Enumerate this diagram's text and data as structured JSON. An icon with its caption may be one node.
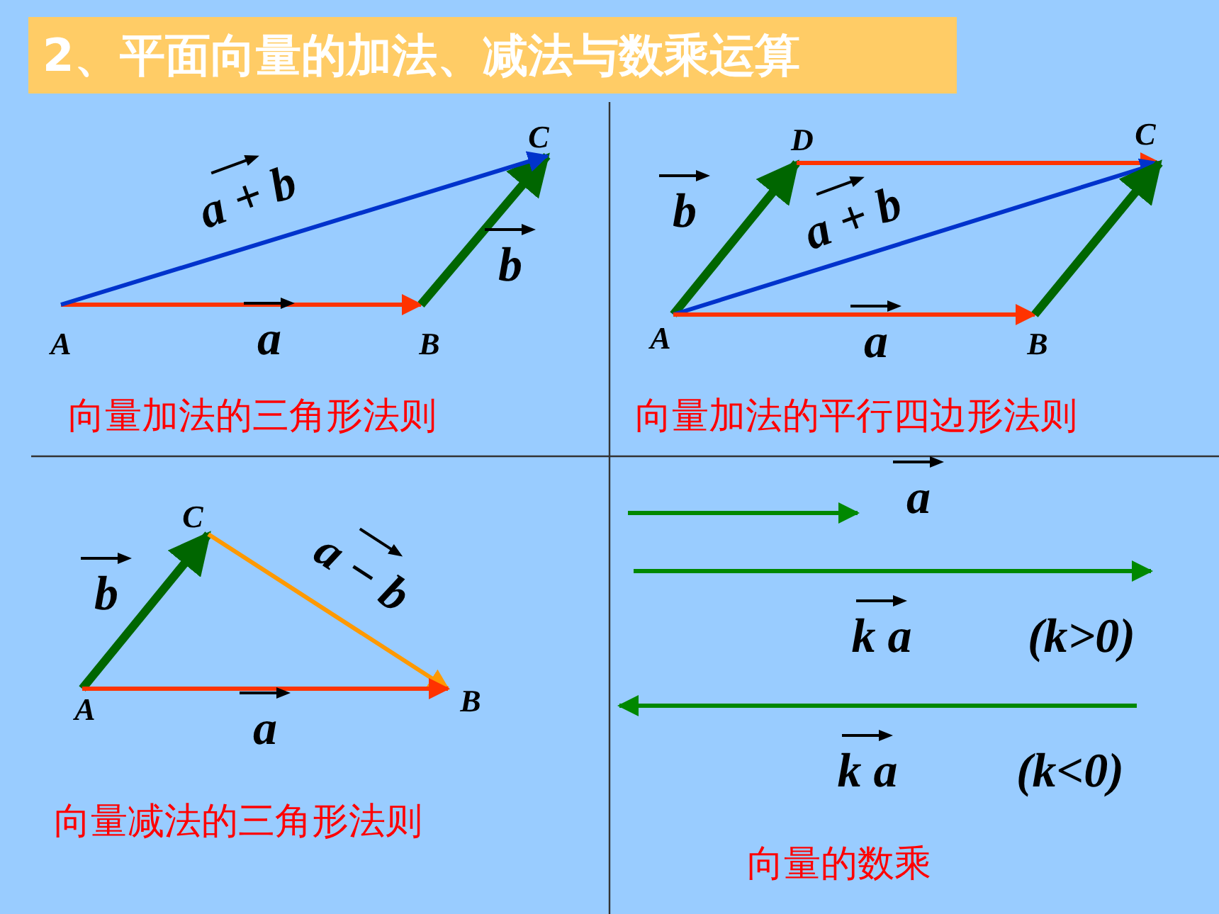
{
  "diagram": {
    "title": "2、平面向量的加法、减法与数乘运算",
    "nodes": [
      {
        "text": [
          "A"
        ]
      },
      {
        "text": [
          "B"
        ]
      },
      {
        "text": [
          "C"
        ]
      },
      {
        "text": [
          "A"
        ]
      },
      {
        "text": [
          "B"
        ]
      },
      {
        "text": [
          "C"
        ]
      },
      {
        "text": [
          "D"
        ]
      },
      {
        "text": [
          "A"
        ]
      },
      {
        "text": [
          "C"
        ]
      },
      {
        "text": [
          "B"
        ]
      },
      {
        "text": [],
        "shape": "arrow",
        "beside": [
          "a"
        ]
      },
      {
        "text": [],
        "shape": "arrow",
        "beside": [
          "k a",
          "(k>0)"
        ]
      },
      {
        "text": [],
        "shape": "arrow",
        "beside": [
          "k a",
          "(k<0)"
        ]
      }
    ],
    "edges": [
      {
        "from": 0,
        "to": 1,
        "arrow": "to",
        "label": "a"
      },
      {
        "from": 1,
        "to": 2,
        "arrow": "to",
        "label": "b",
        "style": "thick",
        "color": "#006600"
      },
      {
        "from": 0,
        "to": 2,
        "arrow": "to",
        "label": "a + b",
        "color": "#0033cc"
      },
      {
        "from": 3,
        "to": 6,
        "arrow": "to",
        "label": "b",
        "style": "thick",
        "color": "#006600"
      },
      {
        "from": 6,
        "to": 5,
        "arrow": "to"
      },
      {
        "from": 3,
        "to": 5,
        "arrow": "to",
        "label": "a + b",
        "color": "#0033cc"
      },
      {
        "from": 3,
        "to": 4,
        "arrow": "to",
        "label": "a"
      },
      {
        "from": 4,
        "to": 5,
        "arrow": "to",
        "style": "thick",
        "color": "#006600"
      },
      {
        "from": 7,
        "to": 8,
        "arrow": "to",
        "label": "b",
        "style": "thick",
        "color": "#006600"
      },
      {
        "from": 8,
        "to": 9,
        "arrow": "to",
        "label": "a − b",
        "color": "#ff9900"
      },
      {
        "from": 7,
        "to": 9,
        "arrow": "to",
        "label": "a"
      }
    ],
    "labels": [
      "向量加法的三角形法则",
      "向量加法的平行四边形法则",
      "向量减法的三角形法则",
      "向量的数乘"
    ]
  }
}
